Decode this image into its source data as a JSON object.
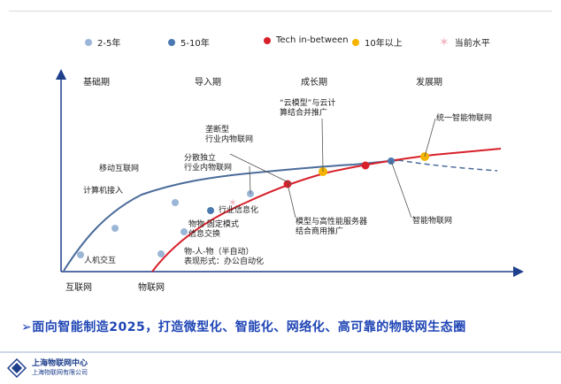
{
  "legend": {
    "items": [
      {
        "label": "2-5年",
        "color": "#9bb6d6"
      },
      {
        "label": "5-10年",
        "color": "#4a78b0"
      },
      {
        "label": "Tech in-between",
        "color": "#d8202a"
      },
      {
        "label": "10年以上",
        "color": "#f4b400"
      },
      {
        "label": "当前水平",
        "color": "#f2b6c3"
      }
    ]
  },
  "phases": [
    "基础期",
    "导入期",
    "成长期",
    "发展期"
  ],
  "axis": {
    "left_label": "互联网",
    "right_label": "物联网"
  },
  "labels": {
    "renji": "人机交互",
    "jisuanji": "计算机接入",
    "yidong": "移动互联网",
    "fensan_1": "分散独立",
    "fensan_2": "行业内物联网",
    "longduan_1": "垄断型",
    "longduan_2": "行业内物联网",
    "yunmoxing_1": "“云模型”与云计",
    "yunmoxing_2": "算结合并推广",
    "tongyi": "统一智能物联网",
    "hangye": "行业信息化",
    "wuwu_1": "物物 固定模式",
    "wuwu_2": "信息交换",
    "wuren_1": "物-人-物（半自动）",
    "wuren_2": "表现形式：办公自动化",
    "moxing_1": "模型与高性能服务器",
    "moxing_2": "结合商用推广",
    "zhineng": "智能物联网"
  },
  "headline": "➢面向智能制造2025，打造微型化、智能化、网络化、高可靠的物联网生态圈",
  "logo": {
    "main": "上海物联网中心",
    "sub": "上海物联网有限公司"
  },
  "colors": {
    "blue_curve": "#4a6b9a",
    "red_curve": "#d8202a",
    "axis": "#1e3f8c"
  }
}
